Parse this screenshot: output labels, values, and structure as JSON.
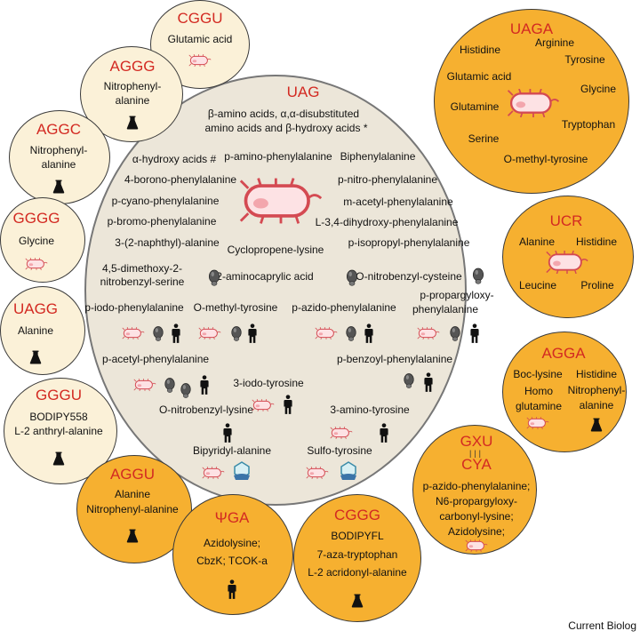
{
  "colors": {
    "codon": "#d32a22",
    "cream": "#fbf1d8",
    "gold": "#f6b030",
    "center": "#ece6d9"
  },
  "center": {
    "codon": "UAG",
    "header1": "β-amino acids, α,α-disubstituted",
    "header2": "amino acids and β-hydroxy acids *",
    "items": [
      "α-hydroxy acids #",
      "p-amino-phenylalanine",
      "Biphenylalanine",
      "4-borono-phenylalanine",
      "p-nitro-phenylalanine",
      "p-cyano-phenylalanine",
      "m-acetyl-phenylalanine",
      "p-bromo-phenylalanine",
      "L-3,4-dihydroxy-phenylalanine",
      "3-(2-naphthyl)-alanine",
      "Cyclopropene-lysine",
      "p-isopropyl-phenylalanine",
      "4,5-dimethoxy-2-",
      "nitrobenzyl-serine",
      "2-aminocaprylic acid",
      "O-nitrobenzyl-cysteine",
      "p-iodo-phenylalanine",
      "O-methyl-tyrosine",
      "p-azido-phenylalanine",
      "p-propargyloxy-",
      "phenylalanine",
      "p-acetyl-phenylalanine",
      "p-benzoyl-phenylalanine",
      "3-iodo-tyrosine",
      "O-nitrobenzyl-lysine",
      "3-amino-tyrosine",
      "Bipyridyl-alanine",
      "Sulfo-tyrosine"
    ]
  },
  "circles": [
    {
      "codon": "CGGU",
      "lines": [
        "Glutamic acid"
      ],
      "icons": [
        "bacterium-icon"
      ]
    },
    {
      "codon": "AGGG",
      "lines": [
        "Nitrophenyl-",
        "alanine"
      ],
      "icons": [
        "flask-icon"
      ]
    },
    {
      "codon": "AGGC",
      "lines": [
        "Nitrophenyl-",
        "alanine"
      ],
      "icons": [
        "flask-icon"
      ]
    },
    {
      "codon": "GGGG",
      "lines": [
        "Glycine"
      ],
      "icons": [
        "bacterium-icon"
      ]
    },
    {
      "codon": "UAGG",
      "lines": [
        "Alanine"
      ],
      "icons": [
        "flask-icon"
      ]
    },
    {
      "codon": "GGGU",
      "lines": [
        "BODIPY558",
        "L-2 anthryl-alanine"
      ],
      "icons": [
        "flask-icon"
      ]
    },
    {
      "codon": "AGGU",
      "lines": [
        "Alanine",
        "Nitrophenyl-alanine"
      ],
      "icons": [
        "flask-icon"
      ]
    },
    {
      "codon": "ΨGA",
      "lines": [
        "Azidolysine;",
        "CbzK; TCOK-a"
      ],
      "icons": [
        "human-icon"
      ]
    },
    {
      "codon": "CGGG",
      "lines": [
        "BODIPYFL",
        "7-aza-tryptophan",
        "L-2 acridonyl-alanine"
      ],
      "icons": [
        "flask-icon"
      ]
    },
    {
      "codon": "GXU",
      "codon2": "CYA",
      "lines": [
        "p-azido-phenylalanine;",
        "N6-propargyloxy-",
        "carbonyl-lysine;",
        "Azidolysine;"
      ],
      "icons": [
        "bacterium-icon"
      ]
    },
    {
      "codon": "AGGA",
      "lines": [
        "Boc-lysine",
        "Histidine",
        "Homo",
        "glutamine",
        "Nitrophenyl-",
        "alanine"
      ],
      "icons": [
        "bacterium-icon",
        "flask-icon"
      ]
    },
    {
      "codon": "UCR",
      "lines": [
        "Alanine",
        "Histidine",
        "Leucine",
        "Proline"
      ],
      "icons": [
        "bacterium-icon"
      ]
    },
    {
      "codon": "UAGA",
      "lines": [
        "Histidine",
        "Arginine",
        "Tyrosine",
        "Glutamic acid",
        "Glycine",
        "Glutamine",
        "Tryptophan",
        "Serine",
        "O-methyl-tyrosine"
      ],
      "icons": [
        "bacterium-icon"
      ]
    }
  ],
  "footer": "Current Biolog"
}
